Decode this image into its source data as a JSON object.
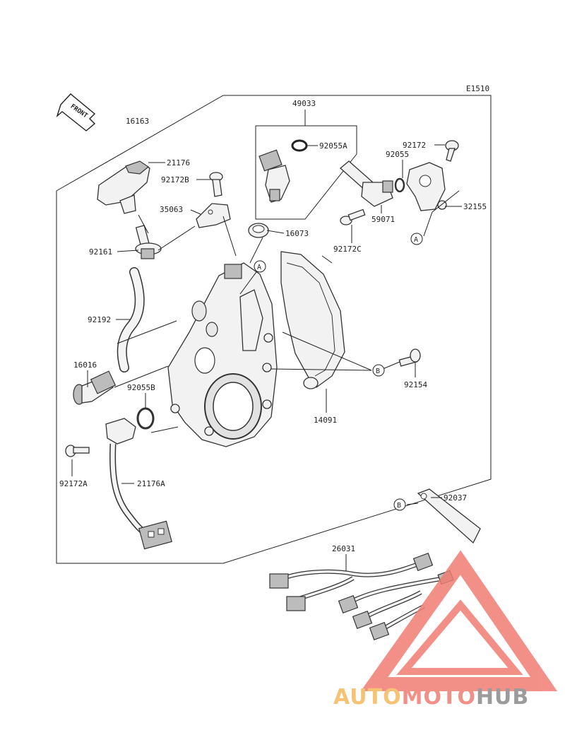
{
  "diagram_code": "E1510",
  "front_label": "FRONT",
  "callouts": {
    "A": "A",
    "B": "B"
  },
  "parts": {
    "p16163": "16163",
    "p21176": "21176",
    "p92172B": "92172B",
    "p35063": "35063",
    "p92161": "92161",
    "p92192": "92192",
    "p16016": "16016",
    "p92055B": "92055B",
    "p92172A": "92172A",
    "p21176A": "21176A",
    "p49033": "49033",
    "p92055A": "92055A",
    "p16073": "16073",
    "p92172": "92172",
    "p92055": "92055",
    "p32155": "32155",
    "p59071": "59071",
    "p92172C": "92172C",
    "p92154": "92154",
    "p14091": "14091",
    "p92037": "92037",
    "p26031": "26031"
  },
  "watermark": {
    "part1": "AUTO",
    "part2": "MOTO",
    "part3": "HUB",
    "color1": "#f5b85c",
    "color2": "#f07d74",
    "color3": "#8a8a8a"
  }
}
